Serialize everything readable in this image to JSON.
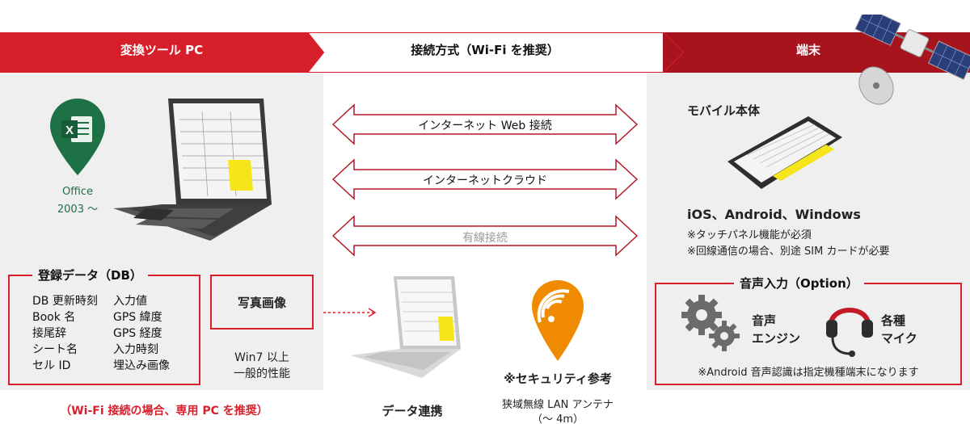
{
  "header": {
    "left_title": "変換ツール PC",
    "center_title": "接続方式（Wi-Fi を推奨）",
    "right_title": "端末"
  },
  "left": {
    "office_label_1": "Office",
    "office_label_2": "2003 ～",
    "db_box": {
      "title": "登録データ（DB）",
      "col1": [
        "DB 更新時刻",
        "Book 名",
        "接尾辞",
        "シート名",
        "セル ID"
      ],
      "col2": [
        "入力値",
        "GPS 緯度",
        "GPS 経度",
        "入力時刻",
        "埋込み画像"
      ]
    },
    "photo_box": "写真画像",
    "spec_1": "Win7 以上",
    "spec_2": "一般的性能",
    "note": "（Wi-Fi 接続の場合、専用 PC を推奨）"
  },
  "center": {
    "arrows": [
      "インターネット Web 接続",
      "インターネットクラウド",
      "有線接続"
    ],
    "data_link": "データ連携",
    "security_title": "※セキュリティ参考",
    "security_line1": "狭域無線 LAN アンテナ",
    "security_line2": "（～ 4m）"
  },
  "right": {
    "mobile_title": "モバイル本体",
    "os_line": "iOS、Android、Windows",
    "note1": "※タッチパネル機能が必須",
    "note2": "※回線通信の場合、別途 SIM カードが必要",
    "voice_box": {
      "title": "音声入力（Option）",
      "engine_1": "音声",
      "engine_2": "エンジン",
      "mic_1": "各種",
      "mic_2": "マイク",
      "note": "※Android 音声認識は指定機種端末になります"
    }
  },
  "colors": {
    "accent_red": "#d71f2b",
    "dark_red": "#a8141e",
    "excel_green": "#1e7145",
    "wifi_orange": "#f08a00",
    "panel_gray": "#efefef"
  }
}
